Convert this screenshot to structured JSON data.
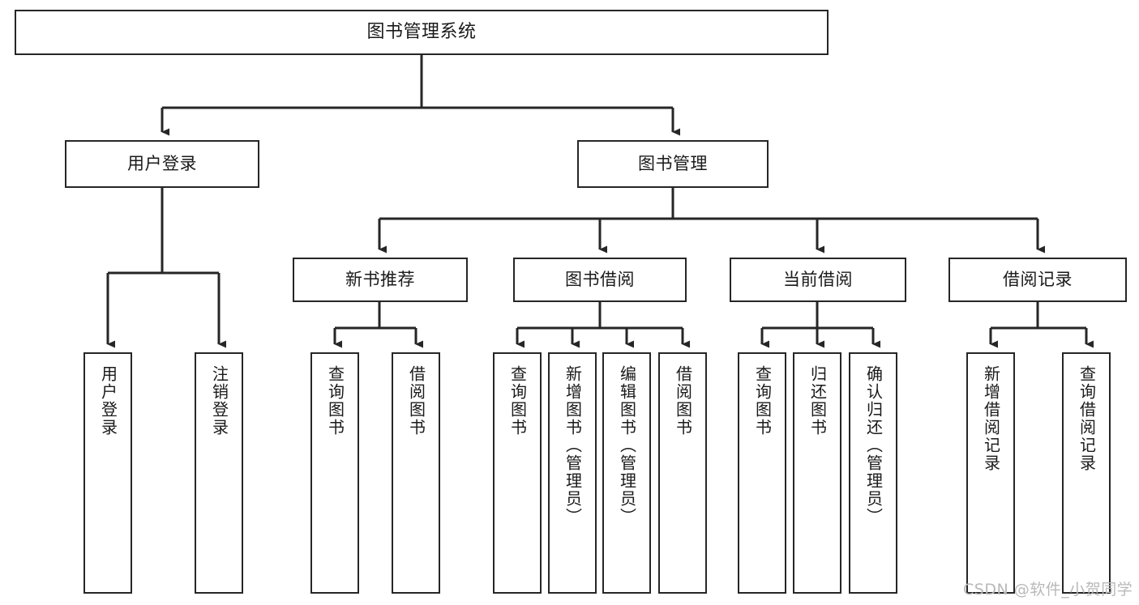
{
  "diagram": {
    "title": "图书管理系统",
    "type": "tree-hierarchy",
    "root": {
      "label": "图书管理系统",
      "orientation": "horizontal"
    },
    "level2": [
      {
        "label": "用户登录",
        "orientation": "horizontal"
      },
      {
        "label": "图书管理",
        "orientation": "horizontal"
      }
    ],
    "level3": [
      {
        "label": "新书推荐",
        "orientation": "horizontal",
        "parent": "图书管理"
      },
      {
        "label": "图书借阅",
        "orientation": "horizontal",
        "parent": "图书管理"
      },
      {
        "label": "当前借阅",
        "orientation": "horizontal",
        "parent": "图书管理"
      },
      {
        "label": "借阅记录",
        "orientation": "horizontal",
        "parent": "图书管理"
      }
    ],
    "leaves": [
      {
        "label": "用户登录",
        "orientation": "vertical",
        "parent": "用户登录"
      },
      {
        "label": "注销登录",
        "orientation": "vertical",
        "parent": "用户登录"
      },
      {
        "label": "查询图书",
        "orientation": "vertical",
        "parent": "新书推荐"
      },
      {
        "label": "借阅图书",
        "orientation": "vertical",
        "parent": "新书推荐"
      },
      {
        "label": "查询图书",
        "orientation": "vertical",
        "parent": "图书借阅"
      },
      {
        "label": "新增图书（管理员）",
        "orientation": "vertical",
        "parent": "图书借阅"
      },
      {
        "label": "编辑图书（管理员）",
        "orientation": "vertical",
        "parent": "图书借阅"
      },
      {
        "label": "借阅图书",
        "orientation": "vertical",
        "parent": "图书借阅"
      },
      {
        "label": "查询图书",
        "orientation": "vertical",
        "parent": "当前借阅"
      },
      {
        "label": "归还图书",
        "orientation": "vertical",
        "parent": "当前借阅"
      },
      {
        "label": "确认归还（管理员）",
        "orientation": "vertical",
        "parent": "当前借阅"
      },
      {
        "label": "新增借阅记录",
        "orientation": "vertical",
        "parent": "借阅记录"
      },
      {
        "label": "查询借阅记录",
        "orientation": "vertical",
        "parent": "借阅记录"
      }
    ],
    "colors": {
      "background": "#ffffff",
      "box_fill": "#ffffff",
      "box_stroke": "#262626",
      "connector": "#262626",
      "text": "#1a1a1a",
      "watermark": "#b9b9b9"
    }
  },
  "watermark": {
    "text": "CSDN @软件_小贺同学"
  }
}
